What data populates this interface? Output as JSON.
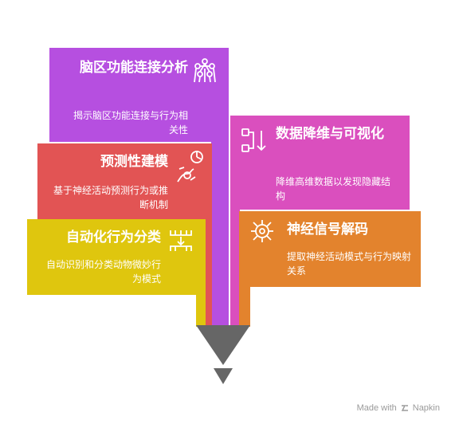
{
  "colors": {
    "purple": "#b64fe0",
    "pink": "#da4fbe",
    "red": "#e25454",
    "orange": "#e3832d",
    "yellow": "#dfc60e",
    "funnel": "#666666"
  },
  "cards": [
    {
      "title": "脑区功能连接分析",
      "desc": "揭示脑区功能连接与行为相关性",
      "icon": "brain-network-icon"
    },
    {
      "title": "数据降维与可视化",
      "desc": "降维高维数据以发现隐藏结构",
      "icon": "flow-diagram-icon"
    },
    {
      "title": "预测性建模",
      "desc": "基于神经活动预测行为或推断机制",
      "icon": "prediction-graph-icon"
    },
    {
      "title": "神经信号解码",
      "desc": "提取神经活动模式与行为映射关系",
      "icon": "neuron-icon"
    },
    {
      "title": "自动化行为分类",
      "desc": "自动识别和分类动物微妙行为模式",
      "icon": "sorting-icon"
    }
  ],
  "watermark": {
    "text": "Made with",
    "brand": "Napkin"
  }
}
